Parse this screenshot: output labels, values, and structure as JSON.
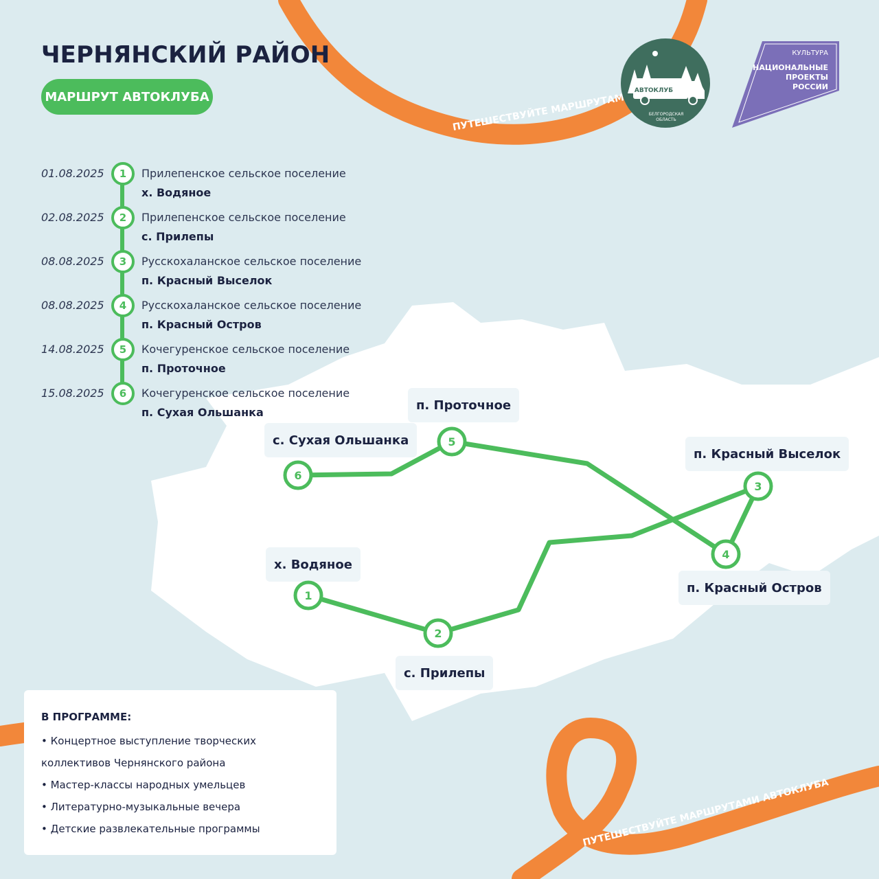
{
  "header": {
    "title": "ЧЕРНЯНСКИЙ РАЙОН",
    "route_button": "МАРШРУТ АВТОКЛУБА"
  },
  "logos": {
    "avtoklub_name": "АВТОКЛУБ",
    "avtoklub_region_line1": "БЕЛГОРОДСКАЯ",
    "avtoklub_region_line2": "ОБЛАСТЬ",
    "natproj_top": "КУЛЬТУРА",
    "natproj_line1": "НАЦИОНАЛЬНЫЕ",
    "natproj_line2": "ПРОЕКТЫ",
    "natproj_line3": "РОССИИ"
  },
  "ribbon_text": "ПУТЕШЕСТВУЙТЕ МАРШРУТАМИ АВТОКЛУБА",
  "schedule": [
    {
      "date": "01.08.2025",
      "num": "1",
      "settlement": "Прилепенское сельское поселение",
      "place": "х. Водяное"
    },
    {
      "date": "02.08.2025",
      "num": "2",
      "settlement": "Прилепенское сельское поселение",
      "place": "с. Прилепы"
    },
    {
      "date": "08.08.2025",
      "num": "3",
      "settlement": "Русскохаланское сельское поселение",
      "place": "п. Красный Выселок"
    },
    {
      "date": "08.08.2025",
      "num": "4",
      "settlement": "Русскохаланское сельское поселение",
      "place": "п. Красный Остров"
    },
    {
      "date": "14.08.2025",
      "num": "5",
      "settlement": "Кочегуренское сельское поселение",
      "place": "п. Проточное"
    },
    {
      "date": "15.08.2025",
      "num": "6",
      "settlement": "Кочегуренское сельское поселение",
      "place": "п. Сухая Ольшанка"
    }
  ],
  "map": {
    "labels": [
      "х. Водяное",
      "с. Прилепы",
      "п. Красный Выселок",
      "п. Красный Остров",
      "п. Проточное",
      "с. Сухая Ольшанка"
    ],
    "stops": [
      "1",
      "2",
      "3",
      "4",
      "5",
      "6"
    ]
  },
  "program": {
    "title": "В ПРОГРАММЕ:",
    "items": [
      "• Концертное выступление творческих коллективов Чернянского района",
      "• Мастер-классы народных умельцев",
      "• Литературно-музыкальные вечера",
      "• Детские развлекательные программы"
    ]
  },
  "colors": {
    "background": "#dcebef",
    "region": "#ffffff",
    "route_green": "#4cbc5c",
    "ribbon_orange": "#f2873a",
    "text_dark": "#1b2240",
    "natproj_purple": "#7b6fb8",
    "logo_green": "#3f6e5e"
  }
}
